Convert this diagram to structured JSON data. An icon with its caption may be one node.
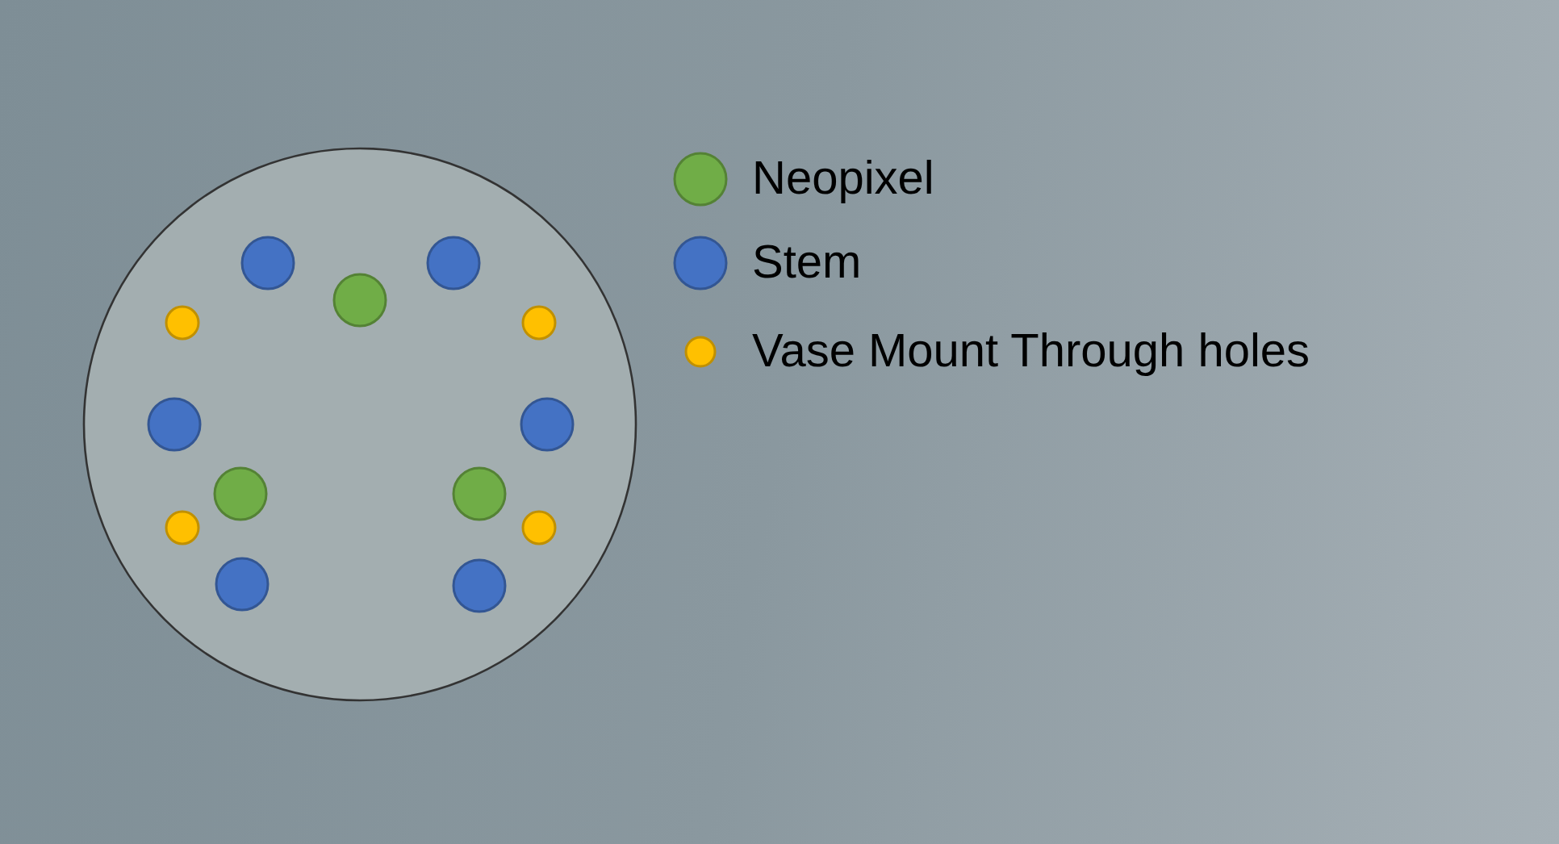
{
  "diagram": {
    "legend": [
      {
        "text": "Neopixel",
        "color": "#70ad47"
      },
      {
        "text": "Stem",
        "color": "#4472c4"
      },
      {
        "text": "Vase Mount Through holes",
        "color": "#ffc000"
      }
    ]
  }
}
